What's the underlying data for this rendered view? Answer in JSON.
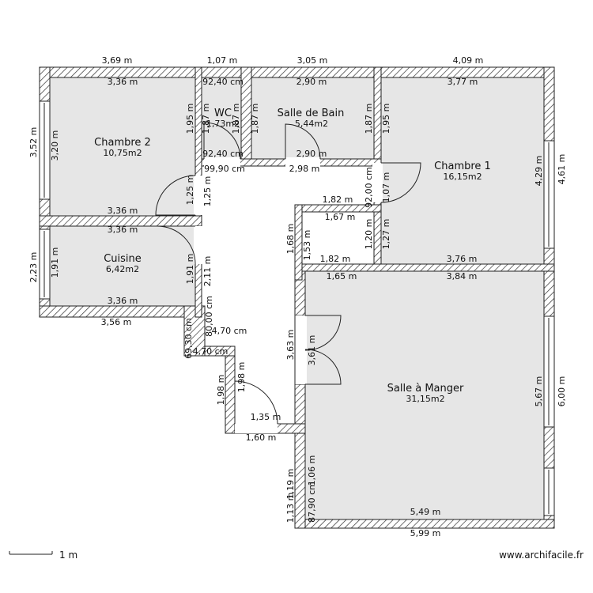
{
  "rooms": {
    "chambre2": {
      "name": "Chambre 2",
      "area": "10,75m2"
    },
    "wc": {
      "name": "WC",
      "area": "1,73m2"
    },
    "sdb": {
      "name": "Salle de Bain",
      "area": "5,44m2"
    },
    "chambre1": {
      "name": "Chambre 1",
      "area": "16,15m2"
    },
    "cuisine": {
      "name": "Cuisine",
      "area": "6,42m2"
    },
    "sam": {
      "name": "Salle à Manger",
      "area": "31,15m2"
    }
  },
  "dims": {
    "top_369": "3,69 m",
    "top_107": "1,07 m",
    "top_305": "3,05 m",
    "top_409": "4,09 m",
    "c2_336_top": "3,36 m",
    "wc_92_top": "92,40 cm",
    "sdb_290_top": "2,90 m",
    "c1_377_top": "3,77 m",
    "c2_352": "3,52 m",
    "c2_320": "3,20 m",
    "c2_195": "1,95 m",
    "wc_187_a": "1,87 m",
    "wc_187_b": "1,87 m",
    "sdb_187_l": "1,87 m",
    "sdb_187_r": "1,87 m",
    "c1_195": "1,95 m",
    "wc_92_bot": "92,40 cm",
    "sdb_290_bot": "2,90 m",
    "hall_9990": "99,90 cm",
    "hall_298": "2,98 m",
    "c1_9200": "92,00 cm",
    "c1_107": "1,07 m",
    "c1_429": "4,29 m",
    "c1_461": "4,61 m",
    "c2_125_a": "1,25 m",
    "c2_125_b": "1,25 m",
    "c2_336_bot": "3,36 m",
    "cu_336_top": "3,36 m",
    "cl_182_top": "1,82 m",
    "cl_167": "1,67 m",
    "cl_168": "1,68 m",
    "cl_153": "1,53 m",
    "cl_120": "1,20 m",
    "cl_127": "1,27 m",
    "cl_182_bot": "1,82 m",
    "c1_376": "3,76 m",
    "cu_223": "2,23 m",
    "cu_191_l": "1,91 m",
    "cu_191_r": "1,91 m",
    "hall_211": "2,11 m",
    "sam_165": "1,65 m",
    "sam_384": "3,84 m",
    "cu_336_bot": "3,36 m",
    "cu_356": "3,56 m",
    "hall_6930": "69,30 cm",
    "hall_8000": "80,00 cm",
    "hall_470_a": "4,70 cm",
    "hall_470_b": "4,70 cm",
    "sam_363": "3,63 m",
    "sam_361": "3,61 m",
    "hall_198_a": "1,98 m",
    "hall_198_b": "1,98 m",
    "sam_567": "5,67 m",
    "sam_600": "6,00 m",
    "hall_135": "1,35 m",
    "hall_160": "1,60 m",
    "sam_119": "1,19 m",
    "sam_113": "1,13 m",
    "sam_8790": "87,90 cm",
    "sam_106": "1,06 m",
    "sam_549": "5,49 m",
    "sam_599": "5,99 m"
  },
  "scale": {
    "label": "1 m"
  },
  "brand": "www.archifacile.fr"
}
